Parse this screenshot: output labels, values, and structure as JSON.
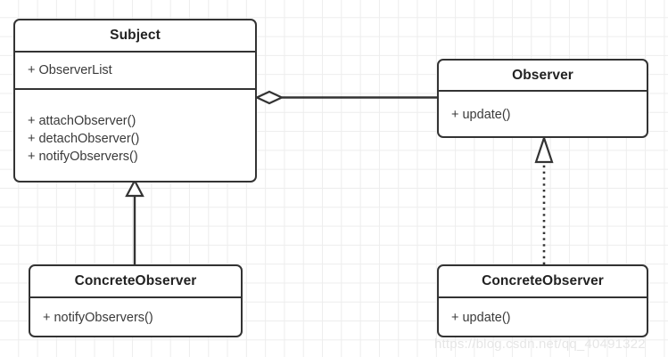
{
  "diagram": {
    "type": "uml-class-diagram",
    "pattern": "Observer",
    "background": "#ffffff",
    "grid_color": "#ededed",
    "stroke_color": "#333333"
  },
  "classes": {
    "subject": {
      "name": "Subject",
      "attributes": [
        "+ ObserverList"
      ],
      "operations": [
        "+ attachObserver()",
        "+ detachObserver()",
        "+ notifyObservers()"
      ]
    },
    "observer": {
      "name": "Observer",
      "operations": [
        "+ update()"
      ]
    },
    "concrete_subject": {
      "name": "ConcreteObserver",
      "operations": [
        "+ notifyObservers()"
      ]
    },
    "concrete_observer": {
      "name": "ConcreteObserver",
      "operations": [
        "+ update()"
      ]
    }
  },
  "relationships": [
    {
      "id": "aggregation",
      "kind": "aggregation",
      "line": "solid",
      "marker": "hollow-diamond",
      "from": "observer",
      "to": "subject"
    },
    {
      "id": "generalization-left",
      "kind": "generalization",
      "line": "solid",
      "marker": "hollow-triangle",
      "from": "concrete_subject",
      "to": "subject"
    },
    {
      "id": "realization-right",
      "kind": "realization",
      "line": "dotted",
      "marker": "hollow-triangle",
      "from": "concrete_observer",
      "to": "observer"
    }
  ],
  "watermark": {
    "text": "https://blog.csdn.net/qq_40491322"
  }
}
